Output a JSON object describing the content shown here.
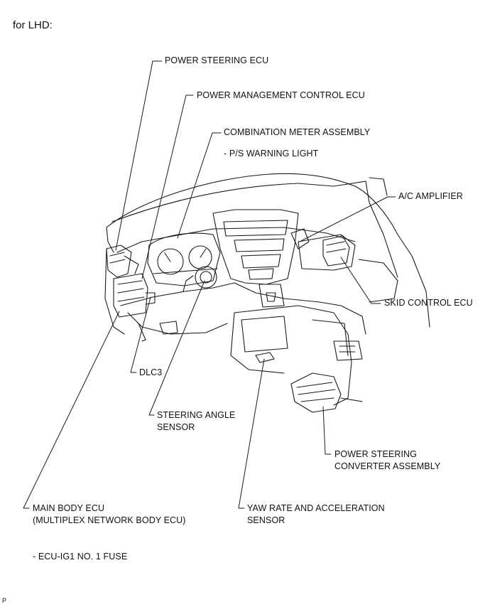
{
  "page": {
    "title": "for LHD:",
    "corner_mark": "P"
  },
  "labels": {
    "power_steering_ecu": "POWER STEERING ECU",
    "power_management_control_ecu": "POWER MANAGEMENT CONTROL ECU",
    "combination_meter_assembly": "COMBINATION METER ASSEMBLY",
    "ps_warning_light": "- P/S WARNING LIGHT",
    "ac_amplifier": "A/C AMPLIFIER",
    "skid_control_ecu": "SKID CONTROL ECU",
    "dlc3": "DLC3",
    "steering_angle_sensor_1": "STEERING ANGLE",
    "steering_angle_sensor_2": "SENSOR",
    "power_steering_converter_1": "POWER STEERING",
    "power_steering_converter_2": "CONVERTER ASSEMBLY",
    "yaw_rate_1": "YAW RATE AND ACCELERATION",
    "yaw_rate_2": "SENSOR",
    "main_body_ecu_1": "MAIN BODY ECU",
    "main_body_ecu_2": "(MULTIPLEX NETWORK BODY ECU)",
    "ecu_ig1_fuse": "- ECU-IG1 NO. 1 FUSE"
  }
}
